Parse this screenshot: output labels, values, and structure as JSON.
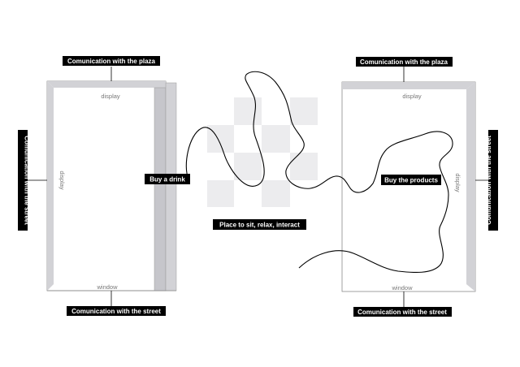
{
  "labels": {
    "left_top": "Comunication with the plaza",
    "left_bottom": "Comunication with the street",
    "left_side": "Comunication with the street",
    "right_top": "Comunication with the plaza",
    "right_bottom": "Comunication with the street",
    "right_side": "Comunication with the street",
    "buy_drink": "Buy a drink",
    "place_sit": "Place to sit, relax, interact",
    "buy_products": "Buy the products"
  },
  "plan_text": {
    "left_display_top": "display",
    "left_display_side": "display",
    "left_window": "window",
    "right_display_top": "display",
    "right_display_side": "display",
    "right_window": "window"
  },
  "colors": {
    "ink": "#000000",
    "panel": "#d2d2d6",
    "panel_dark": "#c6c6cb",
    "checker": "#ececee",
    "outline": "#8a8a8a",
    "faint_text": "#777777"
  }
}
